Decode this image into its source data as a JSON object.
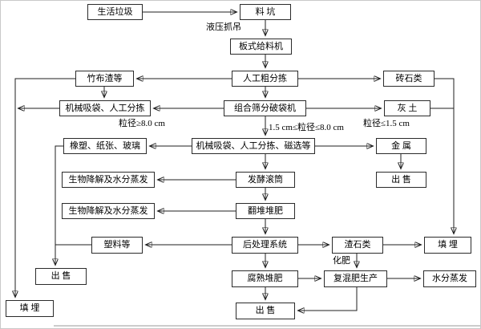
{
  "nodes": {
    "household_waste": "生活垃圾",
    "material_pit": "料 坑",
    "plate_feeder": "板式给料机",
    "manual_rough_sorting": "人工粗分拣",
    "bamboo_cloth_residue": "竹布渣等",
    "brick_stone": "砖石类",
    "mech_suction_manual_sorting": "机械吸袋、人工分拣",
    "combined_screen_bag_breaker": "组合筛分破袋机",
    "ash_soil": "灰 土",
    "mech_suction_magnetic": "机械吸袋、人工分拣、磁选等",
    "rubber_paper_glass": "橡塑、纸张、玻璃",
    "metal": "金 属",
    "sell_metal": "出 售",
    "fermentation_drum": "发酵滚筒",
    "biodegradation_evap_1": "生物降解及水分蒸发",
    "turning_compost": "翻堆堆肥",
    "biodegradation_evap_2": "生物降解及水分蒸发",
    "post_treatment": "后处理系统",
    "plastics": "塑料等",
    "slag_stone": "渣石类",
    "landfill_right": "填 埋",
    "sell_left": "出 售",
    "mature_compost": "腐熟堆肥",
    "compound_fertilizer": "复混肥生产",
    "water_evaporation": "水分蒸发",
    "sell_bottom": "出 售",
    "landfill_bottom_left": "填 埋"
  },
  "labels": {
    "hydraulic_grab": "液压抓吊",
    "size_ge_8cm": "粒径≥8.0 cm",
    "size_1_5_to_8cm": "1.5 cm≤粒径≤8.0 cm",
    "size_le_1_5cm": "粒径≤1.5 cm",
    "chemical_fertilizer": "化肥"
  },
  "edges": [
    {
      "from": "household_waste",
      "to": "material_pit"
    },
    {
      "from": "material_pit",
      "to": "plate_feeder",
      "label": "液压抓吊"
    },
    {
      "from": "plate_feeder",
      "to": "manual_rough_sorting"
    },
    {
      "from": "manual_rough_sorting",
      "to": "bamboo_cloth_residue"
    },
    {
      "from": "manual_rough_sorting",
      "to": "brick_stone"
    },
    {
      "from": "manual_rough_sorting",
      "to": "combined_screen_bag_breaker"
    },
    {
      "from": "bamboo_cloth_residue",
      "to": "mech_suction_manual_sorting"
    },
    {
      "from": "bamboo_cloth_residue",
      "to": "landfill_bottom_left"
    },
    {
      "from": "combined_screen_bag_breaker",
      "to": "mech_suction_manual_sorting",
      "label": "粒径≥8.0 cm"
    },
    {
      "from": "mech_suction_manual_sorting",
      "to": "landfill_bottom_left"
    },
    {
      "from": "combined_screen_bag_breaker",
      "to": "ash_soil",
      "label": "粒径≤1.5 cm"
    },
    {
      "from": "combined_screen_bag_breaker",
      "to": "mech_suction_magnetic",
      "label": "1.5 cm≤粒径≤8.0 cm"
    },
    {
      "from": "brick_stone",
      "to": "landfill_right"
    },
    {
      "from": "ash_soil",
      "to": "landfill_right"
    },
    {
      "from": "mech_suction_magnetic",
      "to": "rubber_paper_glass"
    },
    {
      "from": "mech_suction_magnetic",
      "to": "metal"
    },
    {
      "from": "metal",
      "to": "sell_metal"
    },
    {
      "from": "rubber_paper_glass",
      "to": "sell_left"
    },
    {
      "from": "plastics",
      "to": "sell_left"
    },
    {
      "from": "mech_suction_magnetic",
      "to": "fermentation_drum"
    },
    {
      "from": "fermentation_drum",
      "to": "biodegradation_evap_1"
    },
    {
      "from": "fermentation_drum",
      "to": "turning_compost"
    },
    {
      "from": "turning_compost",
      "to": "biodegradation_evap_2"
    },
    {
      "from": "turning_compost",
      "to": "post_treatment"
    },
    {
      "from": "post_treatment",
      "to": "plastics"
    },
    {
      "from": "post_treatment",
      "to": "slag_stone"
    },
    {
      "from": "slag_stone",
      "to": "landfill_right"
    },
    {
      "from": "slag_stone",
      "to": "compound_fertilizer",
      "label": "化肥"
    },
    {
      "from": "post_treatment",
      "to": "mature_compost"
    },
    {
      "from": "mature_compost",
      "to": "compound_fertilizer"
    },
    {
      "from": "compound_fertilizer",
      "to": "water_evaporation"
    },
    {
      "from": "mature_compost",
      "to": "sell_bottom"
    },
    {
      "from": "compound_fertilizer",
      "to": "sell_bottom"
    }
  ]
}
